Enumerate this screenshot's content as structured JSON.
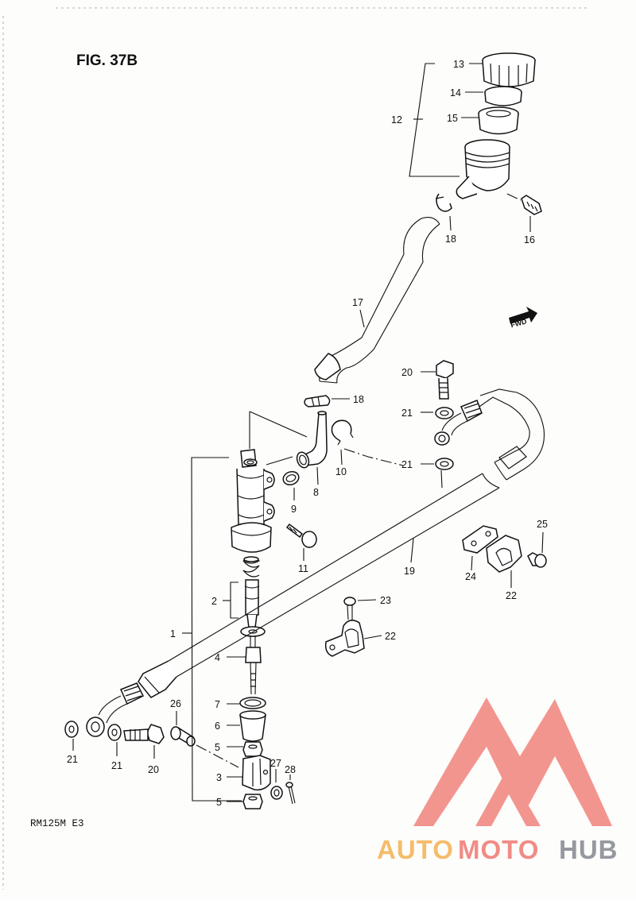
{
  "figure_title": "FIG. 37B",
  "model_code": "RM125M  E3",
  "fwd_label": "FWD",
  "watermark": {
    "part1": "AUTO",
    "part2": "MOTO",
    "part3": "HUB"
  },
  "callouts": {
    "p1": "1",
    "p2": "2",
    "p3": "3",
    "p4": "4",
    "p5a": "5",
    "p5b": "5",
    "p6": "6",
    "p7": "7",
    "p8": "8",
    "p9": "9",
    "p10": "10",
    "p11": "11",
    "p12": "12",
    "p13": "13",
    "p14": "14",
    "p15": "15",
    "p16": "16",
    "p17": "17",
    "p18a": "18",
    "p18b": "18",
    "p19": "19",
    "p20a": "20",
    "p20b": "20",
    "p21a": "21",
    "p21b": "21",
    "p21c": "21",
    "p21d": "21",
    "p22a": "22",
    "p22b": "22",
    "p23": "23",
    "p24": "24",
    "p25": "25",
    "p26": "26",
    "p27": "27",
    "p28": "28"
  }
}
